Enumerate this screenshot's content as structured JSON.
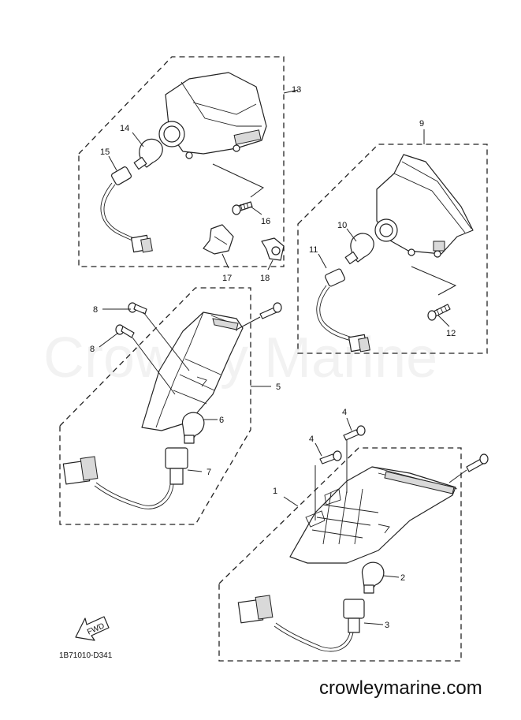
{
  "callouts": {
    "n1": "1",
    "n2": "2",
    "n3": "3",
    "n4a": "4",
    "n4b": "4",
    "n5": "5",
    "n6": "6",
    "n7": "7",
    "n8a": "8",
    "n8b": "8",
    "n9": "9",
    "n10": "10",
    "n11": "11",
    "n12": "12",
    "n13": "13",
    "n14": "14",
    "n15": "15",
    "n16": "16",
    "n17": "17",
    "n18": "18"
  },
  "fwd_label": "FWD",
  "diagram_code": "1B71010-D341",
  "watermark": "Crowley Marine",
  "website": "crowleymarine.com"
}
